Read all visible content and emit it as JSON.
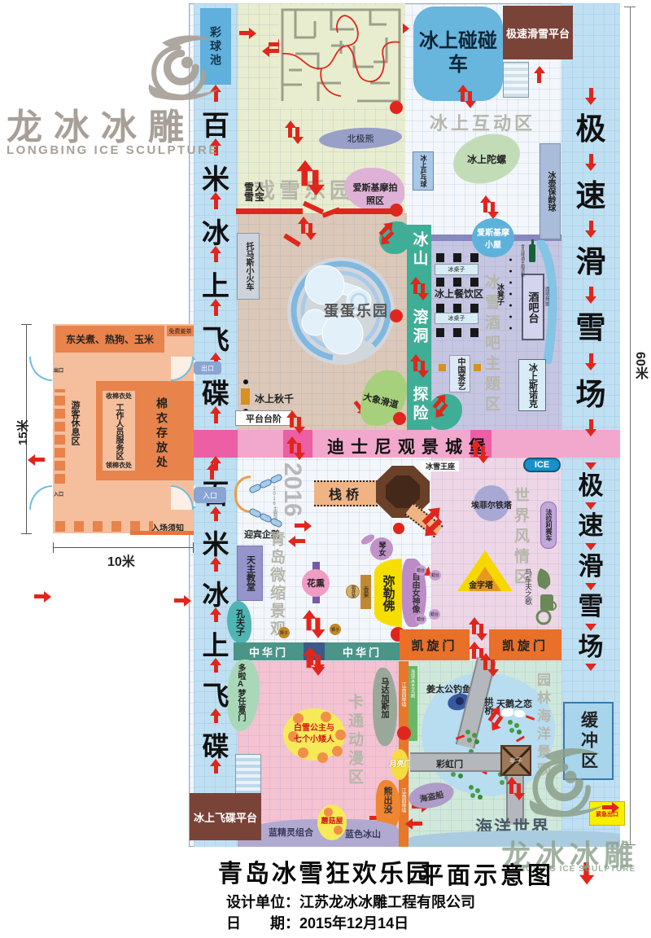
{
  "colors": {
    "red": "#e0261c",
    "pink_strip": "#f2a8cc",
    "magenta": "#ec5fa4",
    "teal": "#3fae96",
    "brown": "#7a4338",
    "strip_blue": "#bfe0f2"
  },
  "logo": {
    "cn": "龙冰冰雕",
    "en": "LONGBING ICE SCULPTURE"
  },
  "dims": {
    "right": "60米",
    "inset_height": "15米",
    "inset_width": "10米"
  },
  "left_strip": {
    "pool": "彩球池",
    "ride": "百米冰上飞碟",
    "platform": "冰上飞碟平台"
  },
  "right_strip": {
    "slope": "极速滑雪场",
    "platform": "极速滑雪平台",
    "buffer": "缓冲区",
    "exit": "紧急出口"
  },
  "snow_zone": {
    "title": "戏雪乐园区",
    "bumper": "冰上碰碰车",
    "polar_bear": "北极熊",
    "snowman": "雪人雪宝",
    "eskimo_photo": "爱斯基摩拍照区",
    "train": "托马斯小火车",
    "egg_park": "蛋蛋乐园",
    "swing": "冰上秋千",
    "stairs": "平台台阶",
    "elephant_slide": "大象滑道"
  },
  "interactive_zone": {
    "title": "冰上互动区",
    "pingpong": "冰上乒乓球",
    "spinner": "冰上陀螺",
    "curling": "冰壶保龄球",
    "igloo": "爱斯基摩小屋"
  },
  "cave": {
    "p1": "冰山",
    "p2": "溶洞",
    "p3": "探险"
  },
  "bar_zone": {
    "title": "冰雪酒吧主题区",
    "dining": "冰上餐饮区",
    "ice_table": "冰桌子",
    "ice_stool": "冰凳子",
    "bar_counter": "酒吧台",
    "bar_backdrop": "酒吧背景",
    "beer": "青岛啤酒主题造型",
    "tea": "中国茶艺",
    "snooker": "冰上斯诺克"
  },
  "disney": {
    "label": "迪士尼观景城堡"
  },
  "mini_zone": {
    "title": "青岛微缩景观",
    "year": "2016",
    "year_note": "2016主题造型",
    "penguins": "迎宾企鹅",
    "pier": "栈桥",
    "throne": "冰雪王座",
    "ice": "ICE",
    "church": "天主教堂",
    "confucius": "孔夫子",
    "qin_girl": "琴女",
    "flower": "花熏",
    "buddha": "弥勒佛",
    "incense": "香案",
    "mat": "朝拜垫",
    "lion": "狮子",
    "candle": "蜡台"
  },
  "world_zone": {
    "title": "世界风情区",
    "eiffel": "埃菲尔铁塔",
    "ferrari": "法拉利赛车",
    "pyramid": "金字塔",
    "liberty": "自由女神像",
    "carriage": "马车夫之歌"
  },
  "gates": {
    "zhonghua": "中华门",
    "kaixuan": "凯旋门"
  },
  "cartoon_zone": {
    "title": "卡通动漫区",
    "doraemon": "多啦A梦任意门",
    "snow_white_1": "白雪公主与",
    "snow_white_2": "七个小矮人",
    "madagascar": "马达加斯加",
    "garden_wall": "江南园林墙",
    "spongebob": "海绵宝宝与乌贼",
    "moon_gate": "月亮门",
    "bear": "熊出没",
    "mushroom": "蘑菇屋",
    "smurfs": "蓝精灵组合",
    "iceberg": "蓝色冰山"
  },
  "ocean_zone": {
    "title": "园林海洋景观",
    "name": "海洋世界",
    "fishing": "姜太公钓鱼",
    "arch_bridge": "拱桥",
    "swan": "天鹅之恋",
    "pavilion": "亭子",
    "rainbow_gate": "彩虹门",
    "pirate_ship": "海盗船"
  },
  "inset": {
    "food": "东关煮、热狗、玉米",
    "free_tea": "免费姜茶",
    "rest": "游客休息区",
    "collect": "收棉衣处",
    "staff": "工作人员服务区",
    "storage": "棉衣存放处",
    "return": "领棉衣处",
    "notice": "入场须知",
    "exit": "出口",
    "entrance": "入口"
  },
  "footer": {
    "title": "青岛冰雪狂欢乐园",
    "subtitle": "平面示意图",
    "designer_label": "设计单位：",
    "designer": "江苏龙冰冰雕工程有限公司",
    "date_label": "日　　期：",
    "date": "2015年12月14日"
  }
}
